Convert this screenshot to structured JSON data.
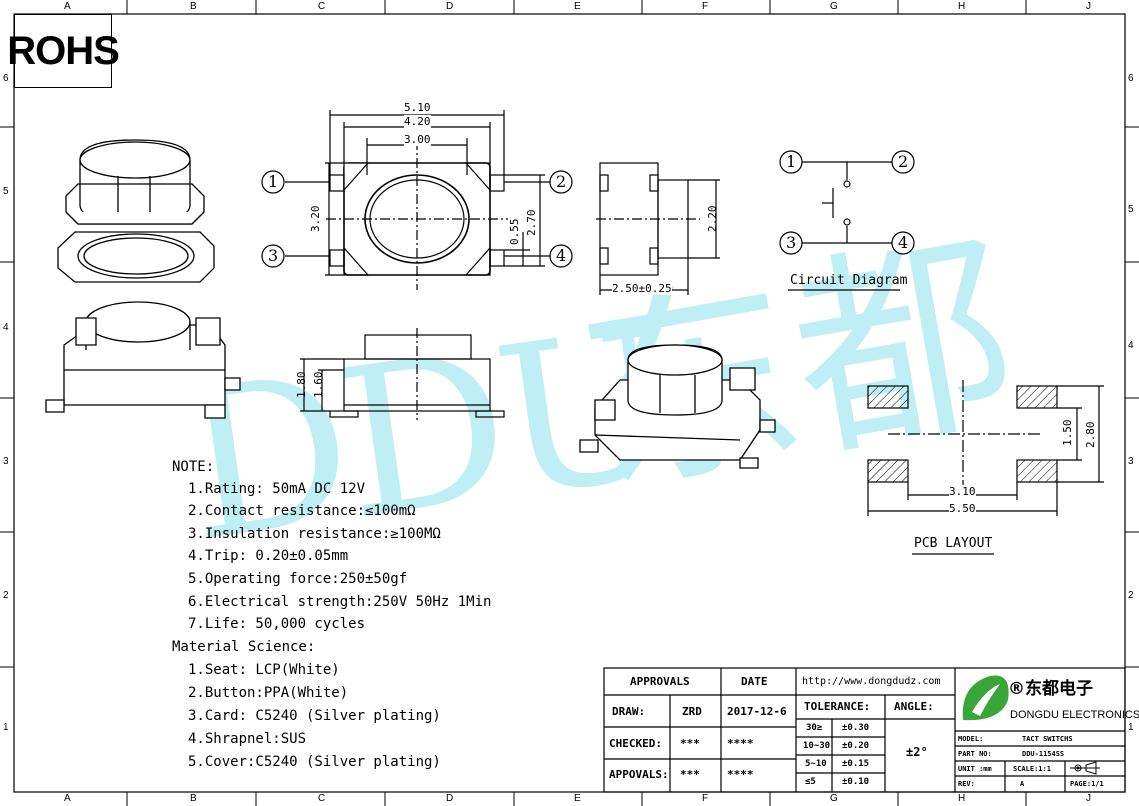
{
  "rohs": "ROHS",
  "grid": {
    "cols": [
      "A",
      "B",
      "C",
      "D",
      "E",
      "F",
      "G",
      "H",
      "J"
    ],
    "rows": [
      "6",
      "5",
      "4",
      "3",
      "2",
      "1"
    ]
  },
  "dims": {
    "w510": "5.10",
    "w420": "4.20",
    "w300": "3.00",
    "h320": "3.20",
    "h055": "0.55",
    "h270": "2.70",
    "h220": "2.20",
    "w250": "2.50±0.25",
    "h180": "1.80",
    "h160": "1.60",
    "p150": "1.50",
    "p280": "2.80",
    "p310": "3.10",
    "p550": "5.50"
  },
  "pins": [
    "1",
    "2",
    "3",
    "4"
  ],
  "labels": {
    "circuit": "Circuit Diagram",
    "pcb": "PCB LAYOUT"
  },
  "watermark": {
    "latin": "DDU",
    "cjk": "东都",
    "color": "#bfeff5"
  },
  "notes": {
    "heading": "NOTE:",
    "items": [
      "1.Rating: 50mA DC 12V",
      "2.Contact resistance:≤100mΩ",
      "3.Insulation resistance:≥100MΩ",
      "4.Trip: 0.20±0.05mm",
      "5.Operating force:250±50gf",
      "6.Electrical strength:250V 50Hz 1Min",
      "7.Life: 50,000 cycles"
    ],
    "material_heading": "Material Science:",
    "materials": [
      "1.Seat: LCP(White)",
      "2.Button:PPA(White)",
      "3.Card: C5240 (Silver plating)",
      "4.Shrapnel:SUS",
      "5.Cover:C5240 (Silver plating)"
    ]
  },
  "title_block": {
    "approvals": "APPROVALS",
    "date": "DATE",
    "draw": "DRAW:",
    "draw_by": "ZRD",
    "draw_date": "2017-12-6",
    "checked": "CHECKED:",
    "checked_by": "***",
    "checked_date": "****",
    "appovals": "APPOVALS:",
    "appovals_by": "***",
    "appovals_date": "****",
    "url": "http://www.dongdudz.com",
    "tolerance": "TOLERANCE:",
    "angle": "ANGLE:",
    "tol_rows": [
      {
        "range": "30≥",
        "value": "±0.30"
      },
      {
        "range": "10~30",
        "value": "±0.20"
      },
      {
        "range": "5~10",
        "value": "±0.15"
      },
      {
        "range": "≤5",
        "value": "±0.10"
      }
    ],
    "angle_value": "±2°",
    "company_cn": "®东都电子",
    "company_en": "DONGDU ELECTRONICS",
    "model_label": "MODEL:",
    "model_value": "TACT SWITCHS",
    "part_label": "PART NO:",
    "part_value": "DDU-1154SS",
    "unit_label": "UNIT :mm",
    "scale_label": "SCALE:1:1",
    "rev_label": "REV:",
    "rev_value": "A",
    "page_label": "PAGE:1/1",
    "logo_color": "#3aa63a"
  }
}
